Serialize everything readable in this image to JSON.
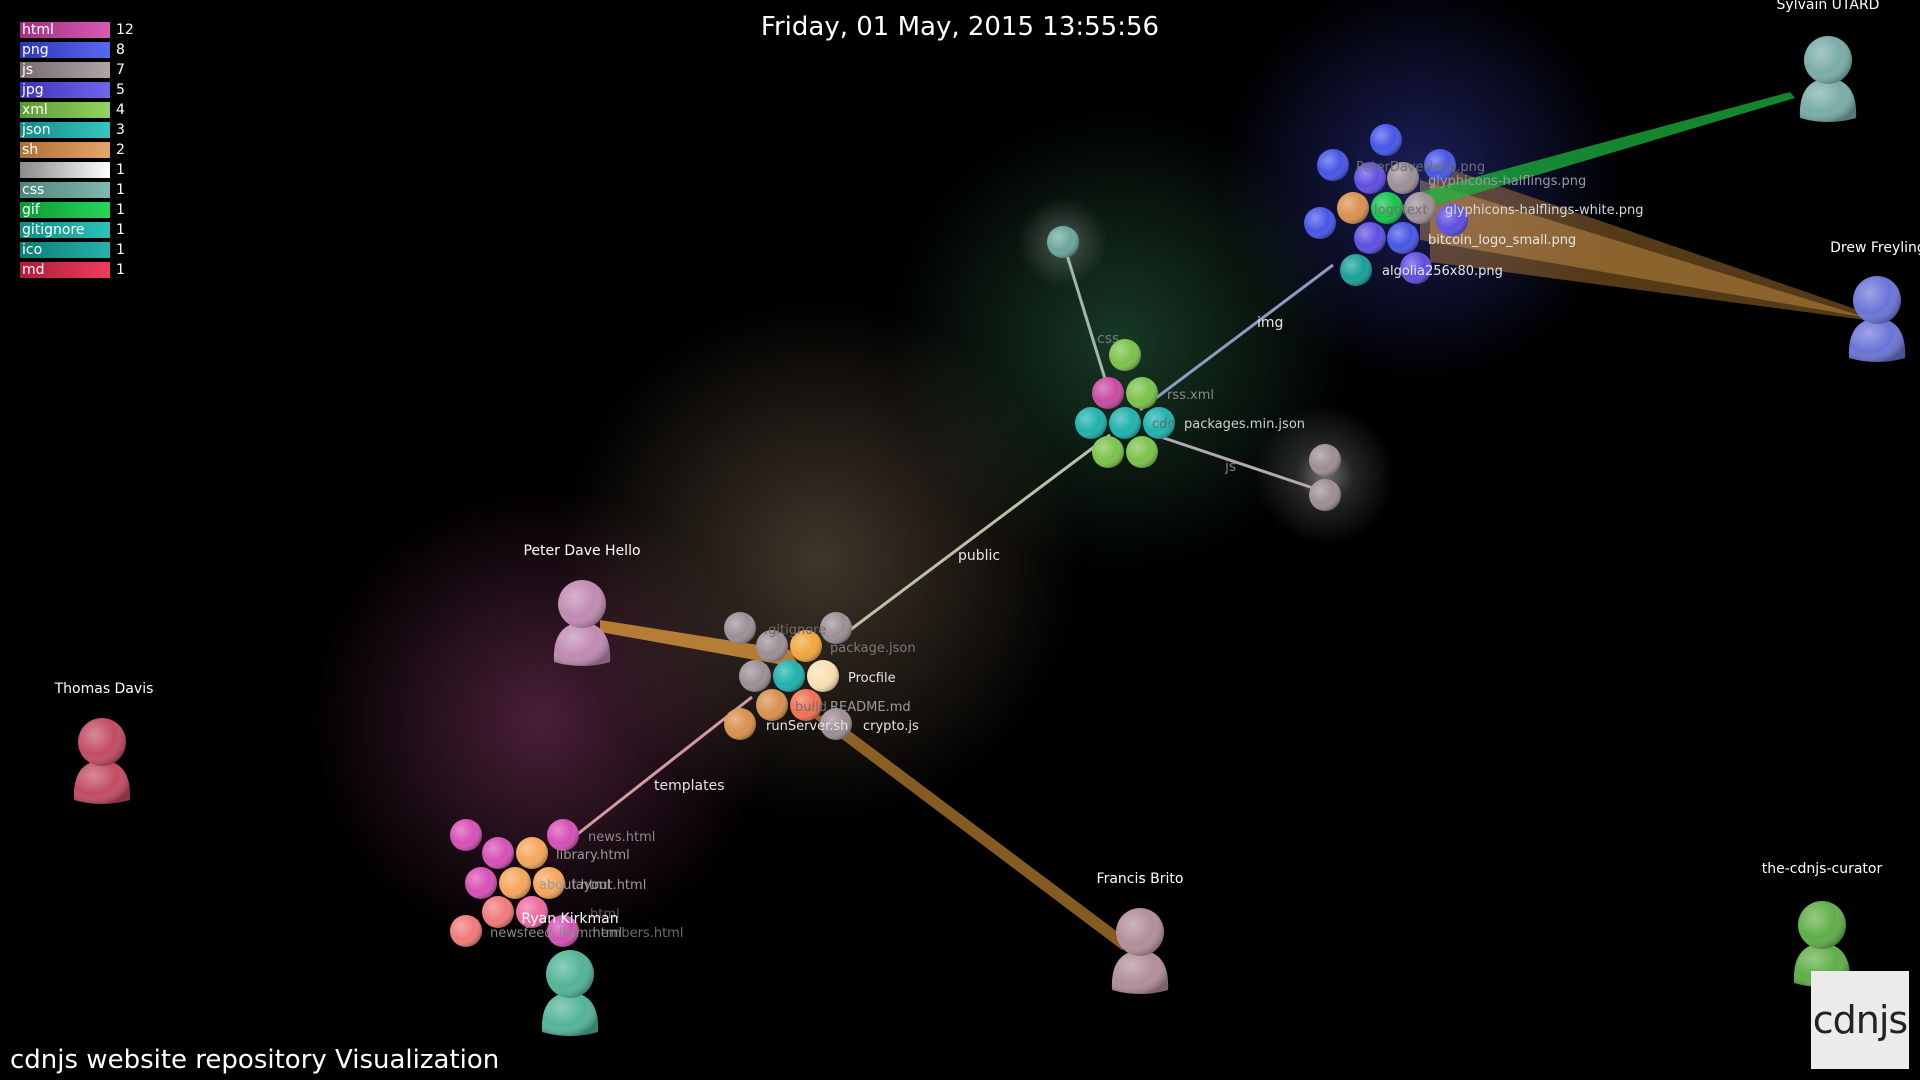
{
  "datetime": "Friday, 01 May, 2015 13:55:56",
  "caption": "cdnjs website repository Visualization",
  "logo": "cdnjs",
  "legend": [
    {
      "ext": "html",
      "count": "12",
      "color": "#c94aa2"
    },
    {
      "ext": "png",
      "count": "8",
      "color": "#4655e6"
    },
    {
      "ext": "js",
      "count": "7",
      "color": "#9d8e96"
    },
    {
      "ext": "jpg",
      "count": "5",
      "color": "#5d4ee0"
    },
    {
      "ext": "xml",
      "count": "4",
      "color": "#7ac24a"
    },
    {
      "ext": "json",
      "count": "3",
      "color": "#1fb1ad"
    },
    {
      "ext": "sh",
      "count": "2",
      "color": "#d8904f"
    },
    {
      "ext": "",
      "count": "1",
      "color": "#ffffff"
    },
    {
      "ext": "css",
      "count": "1",
      "color": "#6aa69b"
    },
    {
      "ext": "gif",
      "count": "1",
      "color": "#14c44a"
    },
    {
      "ext": "gitignore",
      "count": "1",
      "color": "#1aaea6"
    },
    {
      "ext": "ico",
      "count": "1",
      "color": "#179f98"
    },
    {
      "ext": "md",
      "count": "1",
      "color": "#e3304f"
    }
  ],
  "users": [
    {
      "name": "Sylvain UTARD",
      "color": "#7aaca7"
    },
    {
      "name": "Drew Freyling",
      "color": "#6a74d6"
    },
    {
      "name": "Peter Dave Hello",
      "color": "#c08ab1"
    },
    {
      "name": "Thomas Davis",
      "color": "#c24b62"
    },
    {
      "name": "Francis Brito",
      "color": "#b28e98"
    },
    {
      "name": "Ryan Kirkman",
      "color": "#52b497"
    },
    {
      "name": "the-cdnjs-curator",
      "color": "#5fae48"
    }
  ],
  "dirs": {
    "img": "img",
    "css": "css",
    "js": "js",
    "public": "public",
    "templates": "templates"
  },
  "files": [
    {
      "label": "PeterDaveHello.png",
      "muted": true
    },
    {
      "label": "glyphicons-halflings.png",
      "muted": true
    },
    {
      "label": "glyphicons-halflings-white.png",
      "muted": false
    },
    {
      "label": "logotext",
      "muted": true
    },
    {
      "label": "bitcoin_logo_small.png",
      "muted": false
    },
    {
      "label": "algolia256x80.png",
      "muted": false
    },
    {
      "label": "rss.xml",
      "muted": true
    },
    {
      "label": "packages.min.json",
      "muted": false
    },
    {
      "label": "cdn",
      "muted": true
    },
    {
      "label": ".gitignore",
      "muted": true
    },
    {
      "label": "package.json",
      "muted": true
    },
    {
      "label": "Procfile",
      "muted": false
    },
    {
      "label": "build",
      "muted": true
    },
    {
      "label": "README.md",
      "muted": true
    },
    {
      "label": "runServer.sh",
      "muted": false
    },
    {
      "label": "crypto.js",
      "muted": false
    },
    {
      "label": "news.html",
      "muted": true
    },
    {
      "label": "library.html",
      "muted": true
    },
    {
      "label": "about.html",
      "muted": true
    },
    {
      "label": "layout.html",
      "muted": true
    },
    {
      "label": "members.html",
      "muted": true
    },
    {
      "label": "newsfeed_item.html",
      "muted": true
    },
    {
      "label": "html",
      "muted": true
    }
  ]
}
